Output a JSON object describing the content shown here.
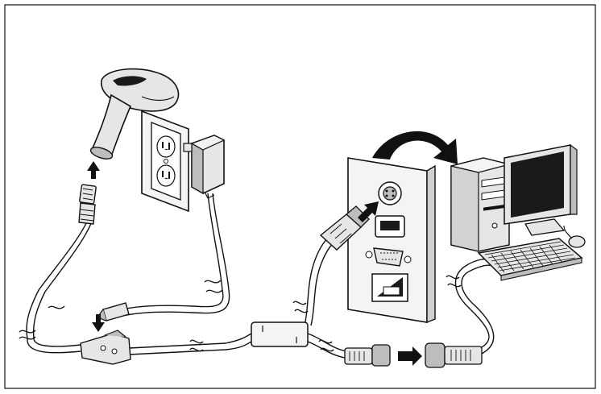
{
  "figure": {
    "components": [
      {
        "id": "scanner",
        "icon": "barcode-scanner-icon"
      },
      {
        "id": "outlet",
        "icon": "wall-outlet-icon"
      },
      {
        "id": "power-adapter",
        "icon": "power-adapter-icon"
      },
      {
        "id": "computer-rear-panel",
        "icon": "computer-io-panel-icon"
      },
      {
        "id": "desktop-computer",
        "icon": "desktop-computer-icon"
      },
      {
        "id": "keyboard",
        "icon": "keyboard-icon"
      },
      {
        "id": "mouse",
        "icon": "mouse-icon"
      },
      {
        "id": "ps2-y-cable",
        "icon": "ps2-cable-icon"
      }
    ],
    "colors": {
      "line": "#111111",
      "fill_light": "#e6e6e6",
      "fill_mid": "#bdbdbd",
      "fill_dark": "#1a1a1a",
      "background": "#ffffff"
    }
  }
}
